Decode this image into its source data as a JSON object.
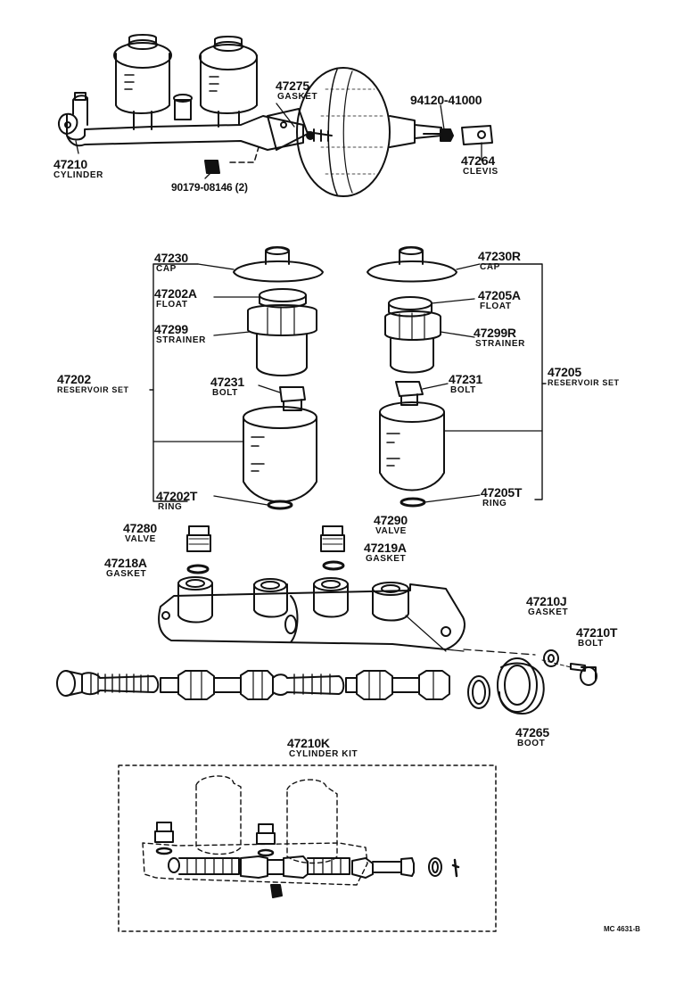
{
  "parts": {
    "p47210": {
      "number": "47210",
      "name": "CYLINDER"
    },
    "p47275": {
      "number": "47275",
      "name": "GASKET"
    },
    "p94120": {
      "number": "94120-41000"
    },
    "p47264": {
      "number": "47264",
      "name": "CLEVIS"
    },
    "p90179": {
      "number": "90179-08146 (2)"
    },
    "p47230": {
      "number": "47230",
      "name": "CAP"
    },
    "p47230R": {
      "number": "47230R",
      "name": "CAP"
    },
    "p47202A": {
      "number": "47202A",
      "name": "FLOAT"
    },
    "p47205A": {
      "number": "47205A",
      "name": "FLOAT"
    },
    "p47299": {
      "number": "47299",
      "name": "STRAINER"
    },
    "p47299R": {
      "number": "47299R",
      "name": "STRAINER"
    },
    "p47202": {
      "number": "47202",
      "name": "RESERVOIR SET"
    },
    "p47205": {
      "number": "47205",
      "name": "RESERVOIR SET"
    },
    "p47231L": {
      "number": "47231",
      "name": "BOLT"
    },
    "p47231R": {
      "number": "47231",
      "name": "BOLT"
    },
    "p47202T": {
      "number": "47202T",
      "name": "RING"
    },
    "p47205T": {
      "number": "47205T",
      "name": "RING"
    },
    "p47280": {
      "number": "47280",
      "name": "VALVE"
    },
    "p47290": {
      "number": "47290",
      "name": "VALVE"
    },
    "p47218A": {
      "number": "47218A",
      "name": "GASKET"
    },
    "p47219A": {
      "number": "47219A",
      "name": "GASKET"
    },
    "p47210J": {
      "number": "47210J",
      "name": "GASKET"
    },
    "p47210T": {
      "number": "47210T",
      "name": "BOLT"
    },
    "p47265": {
      "number": "47265",
      "name": "BOOT"
    },
    "p47210K": {
      "number": "47210K",
      "name": "CYLINDER KIT"
    }
  },
  "reference": "MC 4631-B"
}
